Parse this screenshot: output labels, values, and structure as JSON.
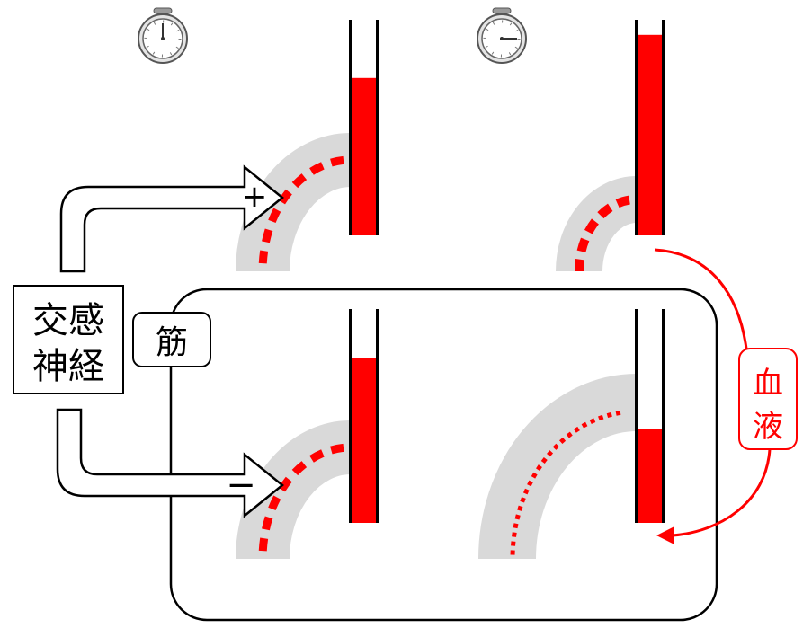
{
  "diagram": {
    "sympathetic_nerve_label": [
      "交感",
      "神経"
    ],
    "muscle_label": "筋",
    "blood_label": [
      "血",
      "液"
    ],
    "plus_sign": "+",
    "minus_sign": "−",
    "colors": {
      "blood": "#ff0000",
      "vessel": "#d9d9d9",
      "outline": "#000000"
    },
    "stopwatches": [
      {
        "icon": "stopwatch-icon",
        "elapsed_fraction": 0
      },
      {
        "icon": "stopwatch-icon",
        "elapsed_fraction": 0.25
      }
    ],
    "tubes": {
      "top_left": {
        "fill_fraction": 0.73
      },
      "top_right": {
        "fill_fraction": 0.93
      },
      "bottom_left": {
        "fill_fraction": 0.77
      },
      "bottom_right": {
        "fill_fraction": 0.44
      }
    }
  }
}
